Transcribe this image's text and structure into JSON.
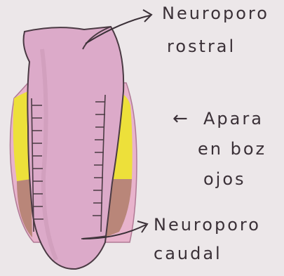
{
  "labels": {
    "rostral_line1": "Neuroporo",
    "rostral_line2": "rostral",
    "apara_arrow": "←",
    "apara_line1": "Apara",
    "apara_line2": "en boz",
    "apara_line3": "ojos",
    "caudal_line1": "Neuroporo",
    "caudal_line2": "caudal"
  },
  "colors": {
    "background": "#ece7e9",
    "neural_tube": "#dcaac9",
    "outer_fold": "#e8b3cc",
    "yellow_region": "#ede03a",
    "brown_region": "#b98679",
    "outline": "#4a3a43",
    "ink": "#3a3037"
  }
}
